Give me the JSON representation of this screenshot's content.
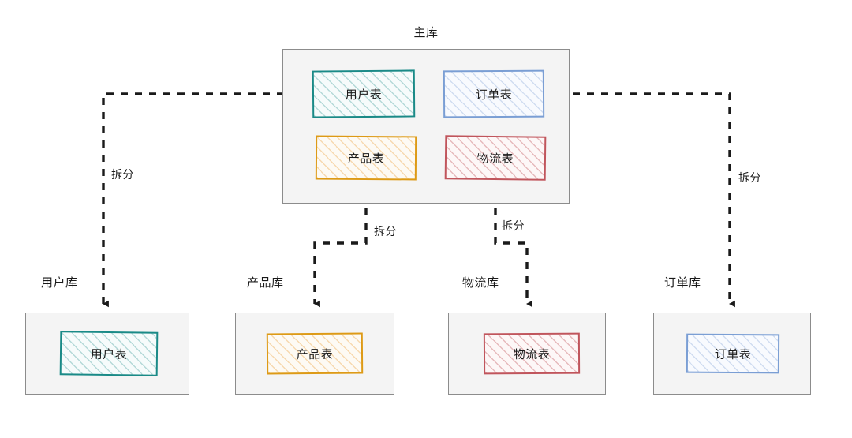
{
  "diagram": {
    "title": "主库",
    "main_db": {
      "label": "主库",
      "tables": [
        {
          "name": "用户表",
          "color": "#1a8a87"
        },
        {
          "name": "订单表",
          "color": "#7a9ed4"
        },
        {
          "name": "产品表",
          "color": "#dd9a16"
        },
        {
          "name": "物流表",
          "color": "#c0555c"
        }
      ]
    },
    "shard_dbs": [
      {
        "label": "用户库",
        "table": "用户表",
        "color": "#1a8a87"
      },
      {
        "label": "产品库",
        "table": "产品表",
        "color": "#dd9a16"
      },
      {
        "label": "物流库",
        "table": "物流表",
        "color": "#c0555c"
      },
      {
        "label": "订单库",
        "table": "订单表",
        "color": "#7a9ed4"
      }
    ],
    "edges": [
      {
        "label": "拆分",
        "from": "用户表",
        "to": "用户库"
      },
      {
        "label": "拆分",
        "from": "产品表",
        "to": "产品库"
      },
      {
        "label": "拆分",
        "from": "物流表",
        "to": "物流库"
      },
      {
        "label": "拆分",
        "from": "订单表",
        "to": "订单库"
      }
    ],
    "colors": {
      "container_fill": "#f4f4f4",
      "container_stroke": "#8c8c8c",
      "connector": "#1a1a1a",
      "background": "#ffffff"
    }
  }
}
